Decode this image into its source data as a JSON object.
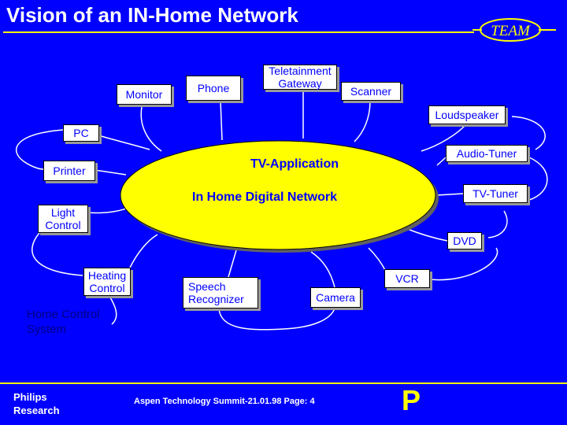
{
  "slide": {
    "title": "Vision of an IN-Home Network",
    "logo_text": "TEAM"
  },
  "hub": {
    "line1": "TV-Application",
    "line2": "In Home Digital Network"
  },
  "devices": {
    "monitor": "Monitor",
    "phone": "Phone",
    "teletainment_gateway": "Teletainment\nGateway",
    "scanner": "Scanner",
    "loudspeaker": "Loudspeaker",
    "pc": "PC",
    "audio_tuner": "Audio-Tuner",
    "printer": "Printer",
    "tv_tuner": "TV-Tuner",
    "light_control": "Light\nControl",
    "dvd": "DVD",
    "heating_control": "Heating\nControl",
    "speech_recognizer": "Speech\nRecognizer",
    "camera": "Camera",
    "vcr": "VCR"
  },
  "home_control_system": "Home Control\nSystem",
  "footer": {
    "company": "Philips\nResearch",
    "event": "Aspen Technology Summit-21.01.98 Page: 4",
    "logo_letter": "P"
  },
  "colors": {
    "background": "#0000ff",
    "title": "#ffffff",
    "rule": "#ffff00",
    "hub_fill": "#ffff00",
    "box_fill": "#ffffff",
    "device_text": "#0000ff",
    "wire": "#ffffff"
  }
}
